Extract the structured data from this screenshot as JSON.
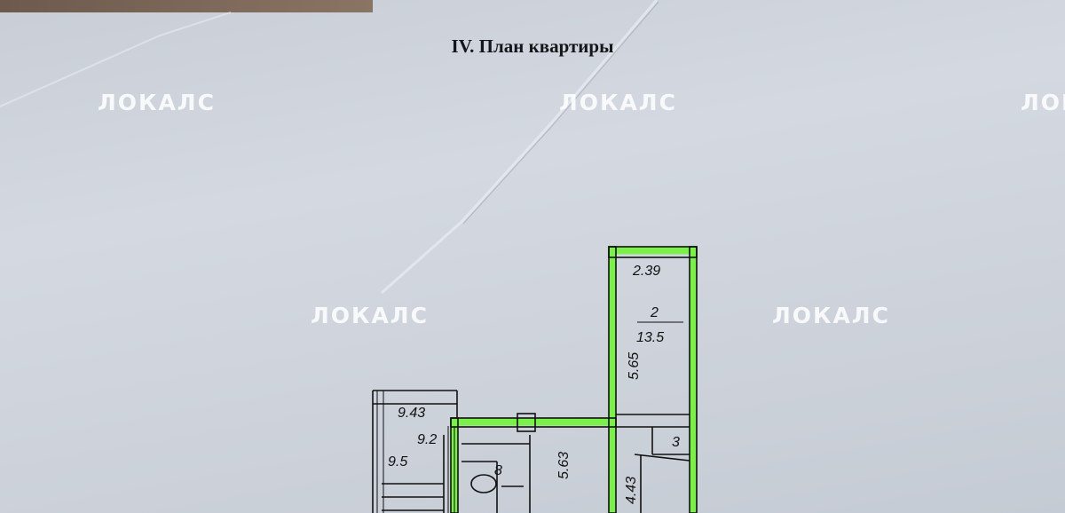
{
  "document": {
    "title": "IV. План квартиры"
  },
  "watermark": {
    "text": "ЛОКАЛС"
  },
  "plan": {
    "room2_width": "2.39",
    "room2_number": "2",
    "room2_area": "13.5",
    "room2_length": "5.65",
    "hall_length": "5.63",
    "corridor_width": "4.43",
    "small_room_size": "3",
    "stair_label_top": "9.43",
    "stair_label_mid": "9.2",
    "stair_label_side": "9.5",
    "bath_label": "8"
  }
}
